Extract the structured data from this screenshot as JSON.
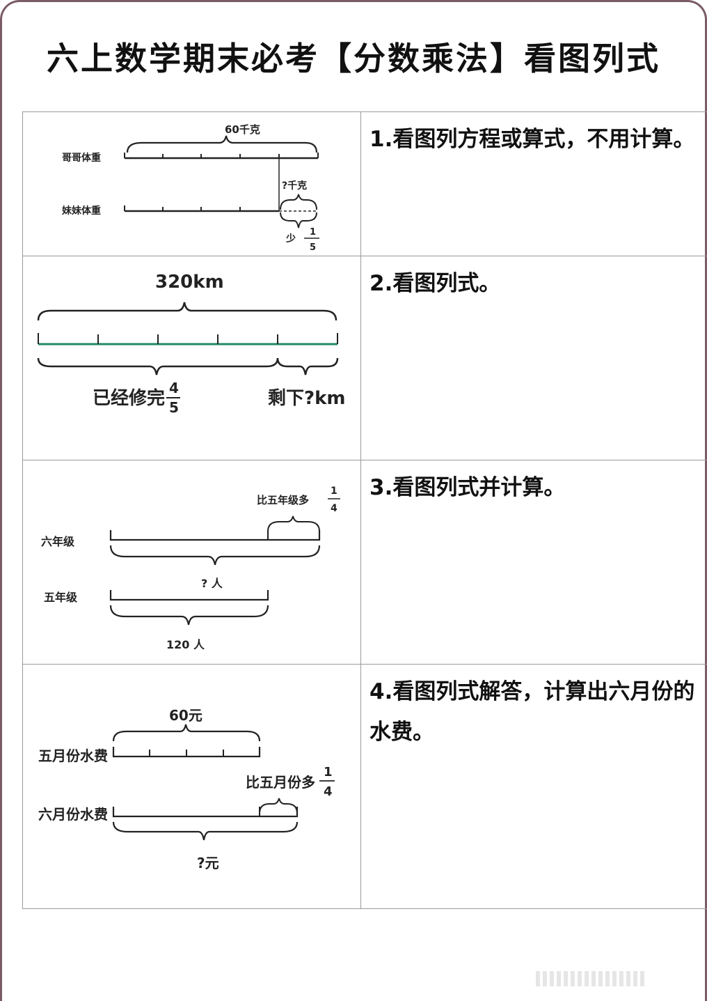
{
  "title": "六上数学期末必考【分数乘法】看图列式",
  "questions": [
    {
      "text": "1.看图列方程或算式，不用计算。",
      "figure": {
        "total_label": "60千克",
        "row1_label": "哥哥体重",
        "row2_label": "妹妹体重",
        "part_label": "?千克",
        "diff_label": "少",
        "fraction": {
          "num": "1",
          "den": "5"
        }
      }
    },
    {
      "text": "2.看图列式。",
      "figure": {
        "total_label": "320km",
        "done_label": "已经修完",
        "fraction": {
          "num": "4",
          "den": "5"
        },
        "remain_label": "剩下?km",
        "line_color": "#1f8a6a"
      }
    },
    {
      "text": "3.看图列式并计算。",
      "figure": {
        "more_label": "比五年级多",
        "fraction": {
          "num": "1",
          "den": "4"
        },
        "row1_label": "六年级",
        "row1_total": "? 人",
        "row2_label": "五年级",
        "row2_total": "120 人"
      }
    },
    {
      "text": "4.看图列式解答，计算出六月份的水费。",
      "figure": {
        "total_label": "60元",
        "row1_label": "五月份水费",
        "more_label": "比五月份多",
        "fraction": {
          "num": "1",
          "den": "4"
        },
        "row2_label": "六月份水费",
        "row2_total": "?元"
      }
    }
  ]
}
